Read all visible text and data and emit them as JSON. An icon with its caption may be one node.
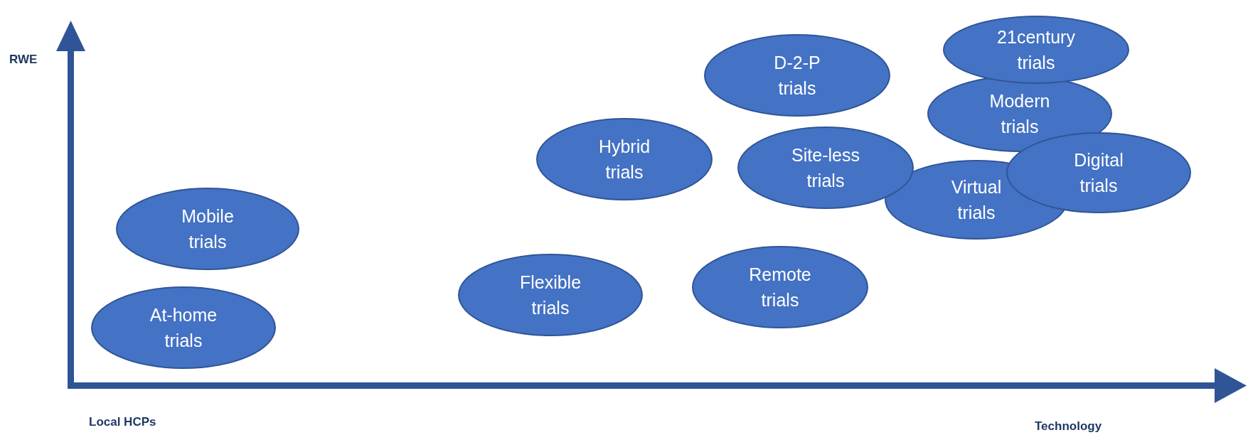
{
  "diagram": {
    "nodes": [
      {
        "text": [
          "21century trials"
        ]
      },
      {
        "text": [
          "D-2-P trials"
        ]
      },
      {
        "text": [
          "Modern trials"
        ]
      },
      {
        "text": [
          "Hybrid trials"
        ]
      },
      {
        "text": [
          "Site-less trials"
        ]
      },
      {
        "text": [
          "Digital trials"
        ]
      },
      {
        "text": [
          "Virtual trials"
        ]
      },
      {
        "text": [
          "Mobile trials"
        ]
      },
      {
        "text": [
          "Flexible trials"
        ]
      },
      {
        "text": [
          "Remote trials"
        ]
      },
      {
        "text": [
          "At-home trials"
        ]
      }
    ],
    "edges": [],
    "labels": [
      "RWE",
      "Local HCPs",
      "Technology"
    ]
  }
}
